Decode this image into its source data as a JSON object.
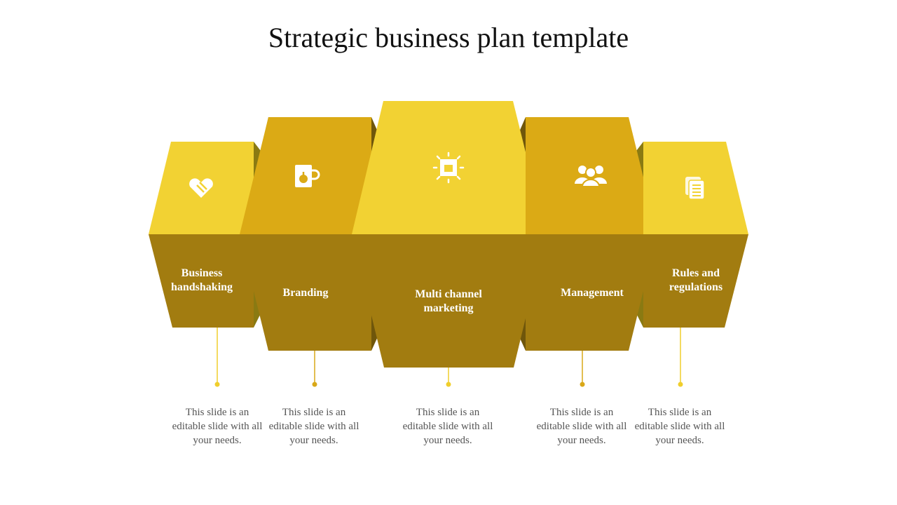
{
  "title": "Strategic business plan template",
  "colors": {
    "light": "#F2D233",
    "mid": "#DBAA15",
    "dark": "#A27C10",
    "side_dark": "#6F560B",
    "side_olive": "#8A7A12",
    "connector": "#F0CE2C",
    "connector_alt": "#D9A818"
  },
  "steps": [
    {
      "label": "Business handshaking",
      "icon": "handshake-icon",
      "description": "This slide is an editable slide with all your needs."
    },
    {
      "label": "Branding",
      "icon": "mug-icon",
      "description": "This slide is an editable slide with all your needs."
    },
    {
      "label": "Multi channel marketing",
      "icon": "sun-icon",
      "description": "This slide is an editable slide with all your needs."
    },
    {
      "label": "Management",
      "icon": "team-icon",
      "description": "This slide is an editable slide with all your needs."
    },
    {
      "label": "Rules and regulations",
      "icon": "documents-icon",
      "description": "This slide is an editable slide with all your needs."
    }
  ]
}
